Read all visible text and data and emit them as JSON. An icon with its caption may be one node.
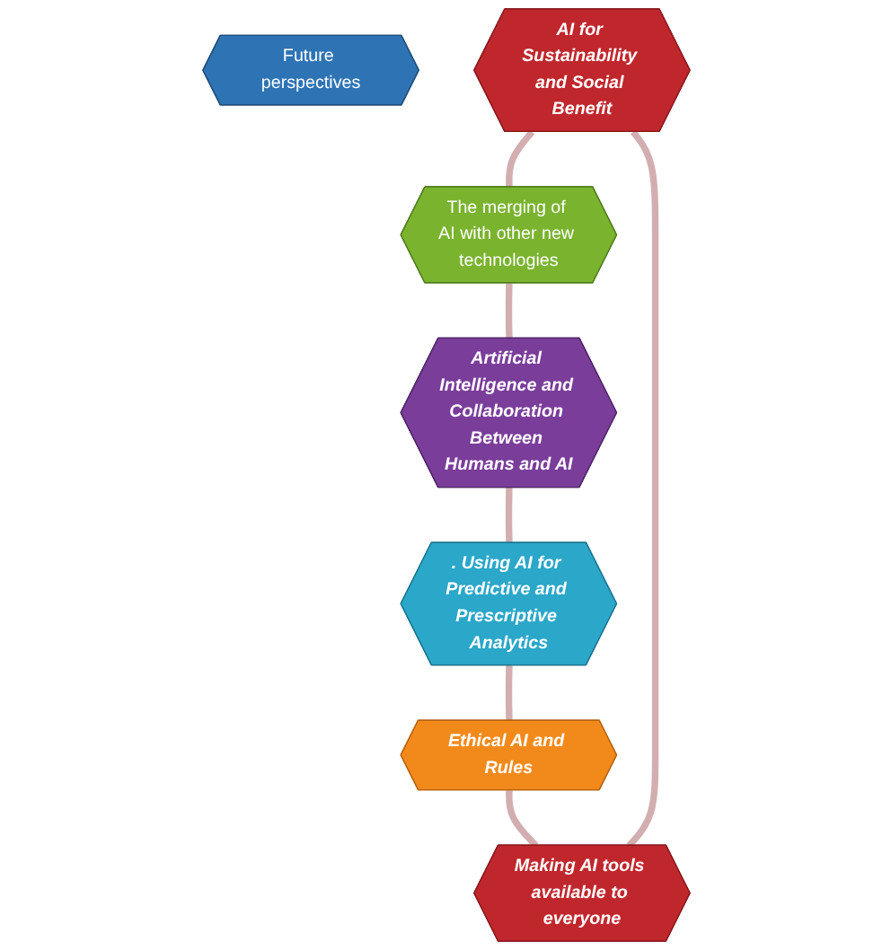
{
  "diagram": {
    "nodes": [
      {
        "text": [
          "Future perspectives"
        ]
      },
      {
        "text": [
          "AI for Sustainability and Social Benefit"
        ]
      },
      {
        "text": [
          "The merging of AI with other new technologies"
        ]
      },
      {
        "text": [
          "Artificial Intelligence and Collaboration Between Humans and AI"
        ]
      },
      {
        "text": [
          ". Using AI for Predictive and Prescriptive Analytics"
        ]
      },
      {
        "text": [
          "Ethical AI and Rules"
        ]
      },
      {
        "text": [
          "Making AI tools available to everyone"
        ]
      }
    ],
    "edges": [
      {
        "from": 1,
        "to": 2,
        "arrow": "none"
      },
      {
        "from": 2,
        "to": 3,
        "arrow": "none"
      },
      {
        "from": 3,
        "to": 4,
        "arrow": "none"
      },
      {
        "from": 4,
        "to": 5,
        "arrow": "none"
      },
      {
        "from": 5,
        "to": 6,
        "arrow": "none"
      },
      {
        "from": 6,
        "to": 1,
        "arrow": "none"
      }
    ]
  }
}
